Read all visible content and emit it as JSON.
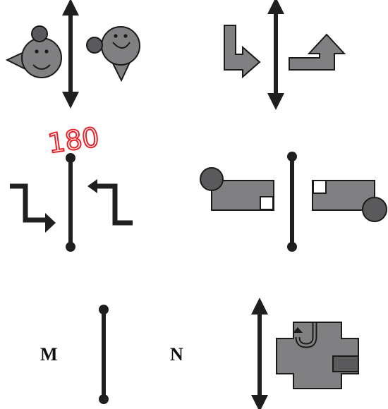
{
  "colors": {
    "axis": "#1f1f1f",
    "shape_fill": "#808083",
    "shape_dark": "#5a5a5d",
    "outline": "#1a1a1a",
    "annotation": "#e8222a",
    "white": "#ffffff"
  },
  "labels": {
    "m": "M",
    "n": "N"
  },
  "annotation": {
    "text": "180"
  },
  "panels": [
    {
      "id": "faces",
      "axis": "double-arrow",
      "icons": [
        "smiley-face-icon",
        "smiley-face-icon"
      ]
    },
    {
      "id": "bent-arrows",
      "axis": "double-arrow",
      "icons": [
        "bent-arrow-icon",
        "bent-arrow-icon"
      ]
    },
    {
      "id": "zigzag-arrows",
      "axis": "dot-ended-line",
      "icons": [
        "zigzag-arrow-icon",
        "zigzag-arrow-icon"
      ]
    },
    {
      "id": "rectangles",
      "axis": "dot-ended-line",
      "icons": [
        "rectangle-circle-icon",
        "rectangle-circle-icon"
      ]
    },
    {
      "id": "m-panel",
      "axis": "dot-ended-line",
      "icons": []
    },
    {
      "id": "n-panel",
      "axis": "double-arrow",
      "icons": [
        "cross-shape-icon"
      ]
    }
  ]
}
